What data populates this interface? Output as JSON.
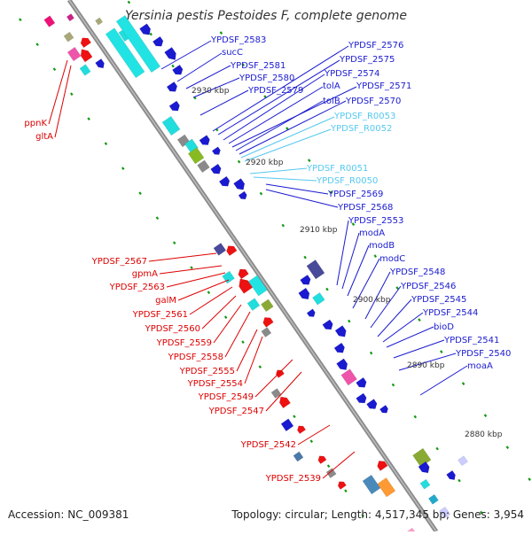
{
  "title": "Yersinia pestis Pestoides F, complete genome",
  "footer": {
    "accession": "Accession: NC_009381",
    "topology": "Topology: circular; Length: 4,517,345 bp; Genes: 3,954"
  },
  "colors": {
    "backbone": "#8a8a8a",
    "label_blue": "#1a1aff",
    "label_cyan": "#55c8f0",
    "label_red": "#e00000",
    "gene_blue": "#1a1ae6",
    "gene_cyan": "#22e3e3",
    "gene_red": "#ee1111",
    "tick_green": "#118811"
  },
  "kbp_ticks": [
    "2930 kbp",
    "2920 kbp",
    "2910 kbp",
    "2900 kbp",
    "2890 kbp",
    "2880 kbp"
  ],
  "labels_right": [
    {
      "text": "YPDSF_2583",
      "color": "blue"
    },
    {
      "text": "sucC",
      "color": "blue"
    },
    {
      "text": "YPDSF_2581",
      "color": "blue"
    },
    {
      "text": "YPDSF_2580",
      "color": "blue"
    },
    {
      "text": "YPDSF_2579",
      "color": "blue"
    },
    {
      "text": "YPDSF_2576",
      "color": "blue"
    },
    {
      "text": "YPDSF_2575",
      "color": "blue"
    },
    {
      "text": "YPDSF_2574",
      "color": "blue"
    },
    {
      "text": "tolA",
      "color": "blue"
    },
    {
      "text": "YPDSF_2571",
      "color": "blue"
    },
    {
      "text": "tolB",
      "color": "blue"
    },
    {
      "text": "YPDSF_2570",
      "color": "blue"
    },
    {
      "text": "YPDSF_R0053",
      "color": "cyan"
    },
    {
      "text": "YPDSF_R0052",
      "color": "cyan"
    },
    {
      "text": "YPDSF_R0051",
      "color": "cyan"
    },
    {
      "text": "YPDSF_R0050",
      "color": "cyan"
    },
    {
      "text": "YPDSF_2569",
      "color": "blue"
    },
    {
      "text": "YPDSF_2568",
      "color": "blue"
    },
    {
      "text": "YPDSF_2553",
      "color": "blue"
    },
    {
      "text": "modA",
      "color": "blue"
    },
    {
      "text": "modB",
      "color": "blue"
    },
    {
      "text": "modC",
      "color": "blue"
    },
    {
      "text": "YPDSF_2548",
      "color": "blue"
    },
    {
      "text": "YPDSF_2546",
      "color": "blue"
    },
    {
      "text": "YPDSF_2545",
      "color": "blue"
    },
    {
      "text": "YPDSF_2544",
      "color": "blue"
    },
    {
      "text": "bioD",
      "color": "blue"
    },
    {
      "text": "YPDSF_2541",
      "color": "blue"
    },
    {
      "text": "YPDSF_2540",
      "color": "blue"
    },
    {
      "text": "moaA",
      "color": "blue"
    }
  ],
  "labels_left": [
    {
      "text": "ppnK",
      "color": "red"
    },
    {
      "text": "gltA",
      "color": "red"
    },
    {
      "text": "YPDSF_2567",
      "color": "red"
    },
    {
      "text": "gpmA",
      "color": "red"
    },
    {
      "text": "YPDSF_2563",
      "color": "red"
    },
    {
      "text": "galM",
      "color": "red"
    },
    {
      "text": "YPDSF_2561",
      "color": "red"
    },
    {
      "text": "YPDSF_2560",
      "color": "red"
    },
    {
      "text": "YPDSF_2559",
      "color": "red"
    },
    {
      "text": "YPDSF_2558",
      "color": "red"
    },
    {
      "text": "YPDSF_2555",
      "color": "red"
    },
    {
      "text": "YPDSF_2554",
      "color": "red"
    },
    {
      "text": "YPDSF_2549",
      "color": "red"
    },
    {
      "text": "YPDSF_2547",
      "color": "red"
    },
    {
      "text": "YPDSF_2542",
      "color": "red"
    },
    {
      "text": "YPDSF_2539",
      "color": "red"
    }
  ]
}
